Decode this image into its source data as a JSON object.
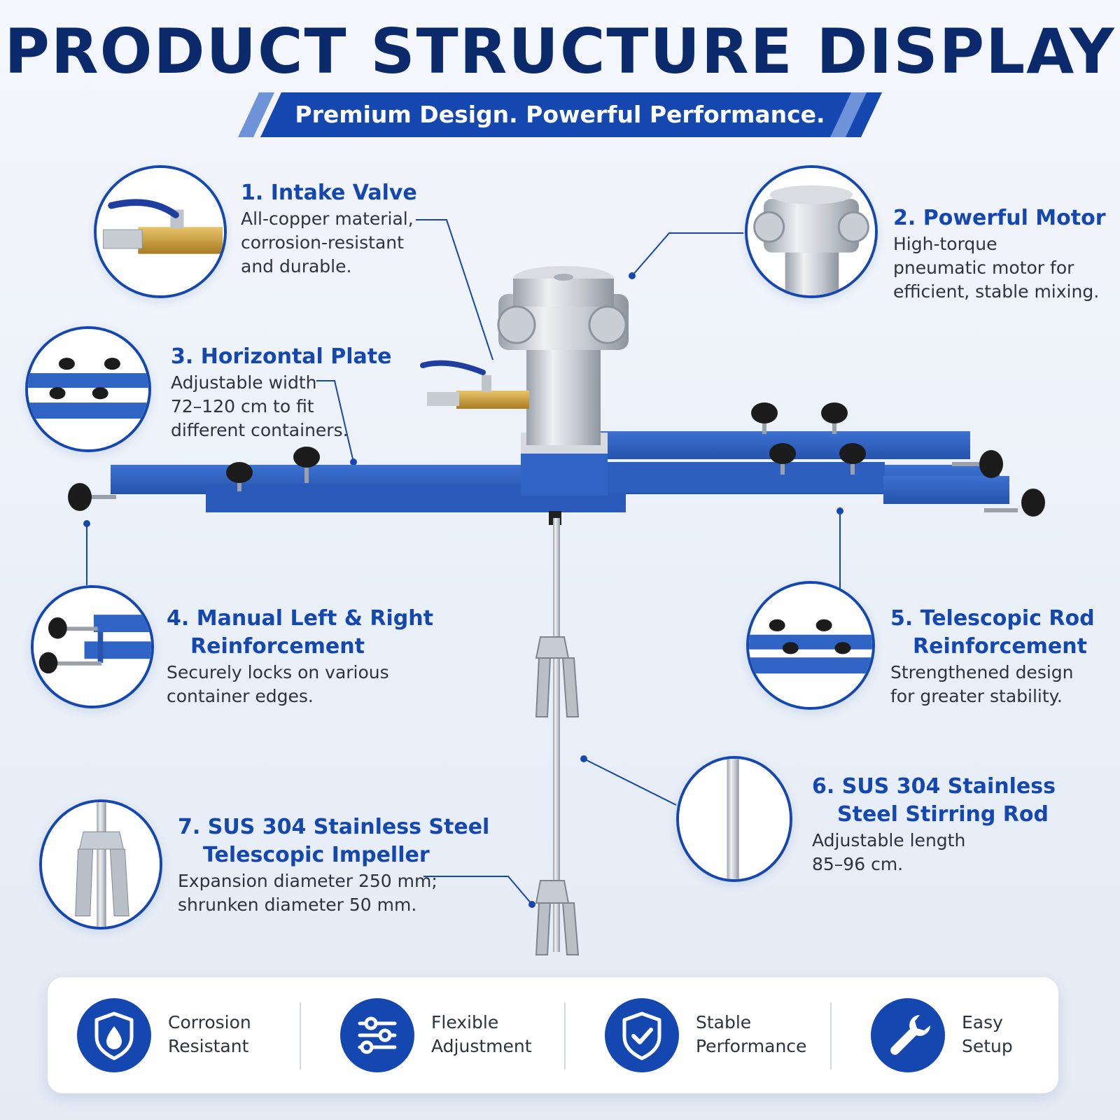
{
  "header": {
    "title": "PRODUCT STRUCTURE DISPLAY",
    "subtitle": "Premium Design. Powerful Performance."
  },
  "parts": [
    {
      "title": "1. Intake Valve",
      "lines": [
        "All-copper material,",
        "corrosion-resistant",
        "and durable."
      ],
      "icon": "intake-valve"
    },
    {
      "title": "2. Powerful Motor",
      "lines": [
        "High-torque",
        "pneumatic motor for",
        "efficient, stable mixing."
      ],
      "icon": "pneumatic-motor"
    },
    {
      "title": "3. Horizontal Plate",
      "lines": [
        "Adjustable width",
        "72–120 cm to fit",
        "different containers."
      ],
      "icon": "horizontal-plate"
    },
    {
      "title": "4. Manual Left & Right",
      "title2": "Reinforcement",
      "lines": [
        "Securely locks on various",
        "container edges."
      ],
      "icon": "side-clamps"
    },
    {
      "title": "5. Telescopic Rod",
      "title2": "Reinforcement",
      "lines": [
        "Strengthened design",
        "for greater stability."
      ],
      "icon": "telescopic-rod"
    },
    {
      "title": "6. SUS 304 Stainless",
      "title2": "Steel Stirring Rod",
      "lines": [
        "Adjustable length",
        "85–96 cm."
      ],
      "icon": "stirring-rod"
    },
    {
      "title": "7. SUS 304 Stainless Steel",
      "title2": "Telescopic Impeller",
      "lines": [
        "Expansion diameter 250 mm;",
        "shrunken diameter 50 mm."
      ],
      "icon": "impeller"
    }
  ],
  "features": [
    {
      "line1": "Corrosion",
      "line2": "Resistant",
      "icon": "water-shield-icon"
    },
    {
      "line1": "Flexible",
      "line2": "Adjustment",
      "icon": "sliders-icon"
    },
    {
      "line1": "Stable",
      "line2": "Performance",
      "icon": "check-shield-icon"
    },
    {
      "line1": "Easy",
      "line2": "Setup",
      "icon": "wrench-icon"
    }
  ],
  "colors": {
    "navy": "#0b2a6b",
    "brand_blue": "#1547b0",
    "bar_blue": "#2f63c4",
    "steel": "#c7ccd3",
    "brass": "#c99a36",
    "knob": "#1c1c1c"
  }
}
